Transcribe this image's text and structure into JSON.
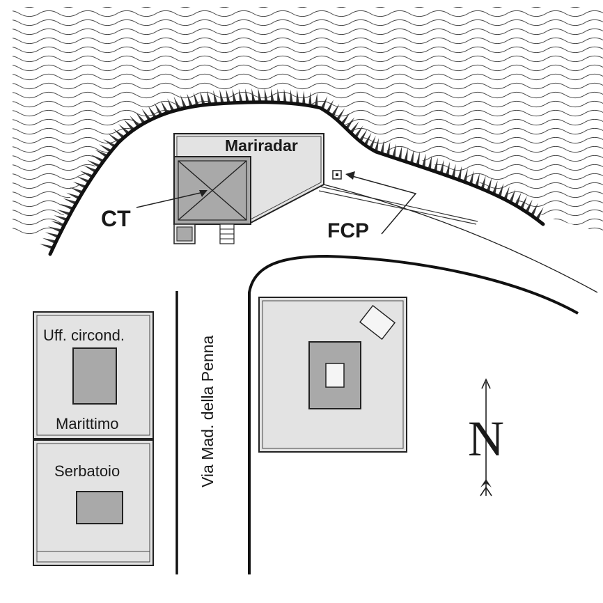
{
  "map": {
    "labels": {
      "mariradar": "Mariradar",
      "ct": "CT",
      "fcp": "FCP",
      "uff_line1": "Uff. circond.",
      "uff_line2": "Marittimo",
      "serbatoio": "Serbatoio",
      "street": "Via Mad. della Penna",
      "north": "N"
    },
    "colors": {
      "line": "#111111",
      "building_fill": "#e3e3e3",
      "building_inner_fill": "#a9a9a9",
      "background": "#ffffff"
    },
    "icons": [
      "water-waves",
      "shoreline-hatching",
      "north-arrow-icon"
    ]
  }
}
